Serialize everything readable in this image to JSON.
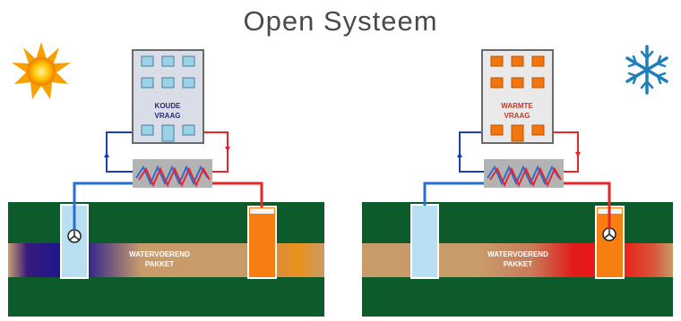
{
  "title": "Open Systeem",
  "panels": [
    {
      "season": "summer",
      "season_icon": "sun-icon",
      "building_label_line1": "KOUDE",
      "building_label_line2": "VRAAG",
      "layer_label_line1": "WATERVOEREND",
      "layer_label_line2": "PAKKET"
    },
    {
      "season": "winter",
      "season_icon": "snowflake-icon",
      "building_label_line1": "WARMTE",
      "building_label_line2": "VRAAG",
      "layer_label_line1": "WATERVOEREND",
      "layer_label_line2": "PAKKET"
    }
  ],
  "colors": {
    "ground": "#0d5a2a",
    "aquifer": "#c89b6a",
    "cold": "#2a6fd6",
    "warm": "#e8262a",
    "cold_well": "#b9dff2",
    "warm_well": "#f77f12",
    "building_cold": "#d8dde8",
    "building_warm": "#e9e9e9",
    "sun": "#f6b400",
    "snowflake": "#1f7fb8"
  }
}
